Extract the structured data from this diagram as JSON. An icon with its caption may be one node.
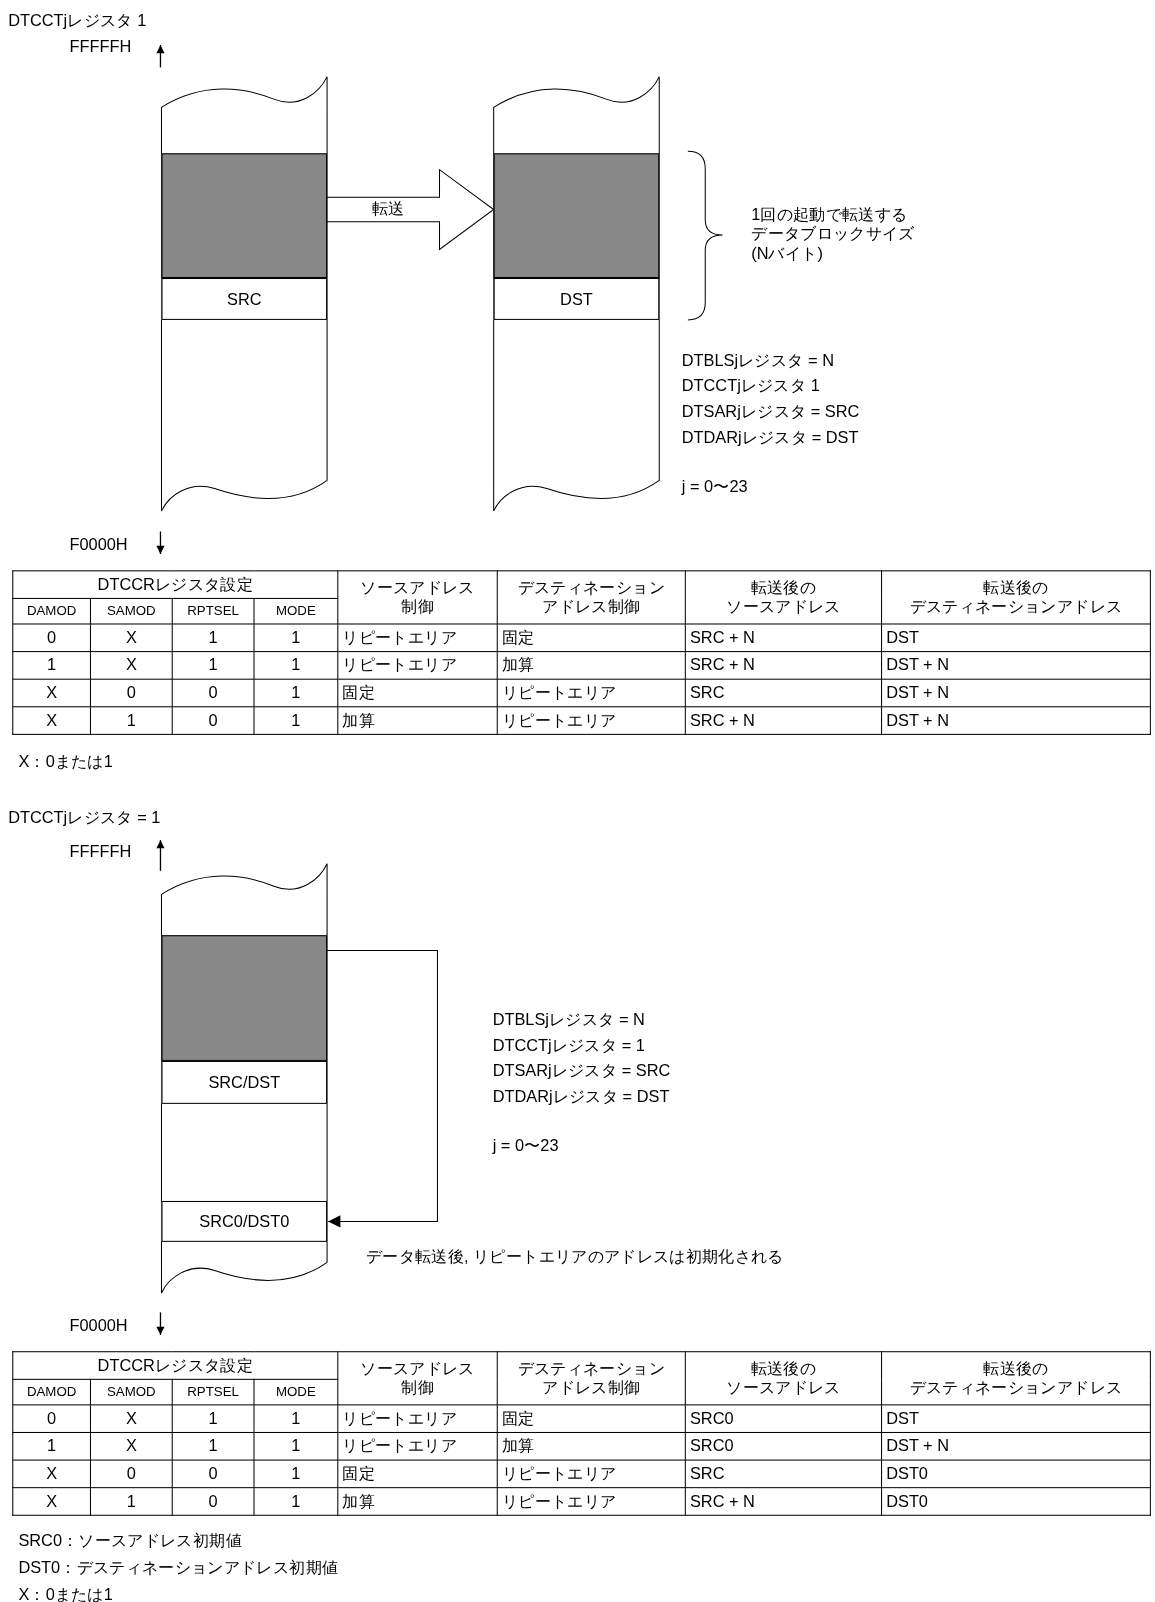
{
  "diagram": {
    "nodes": [
      {
        "text": [],
        "shape": "box"
      },
      {
        "text": [
          "SRC"
        ]
      },
      {
        "text": [],
        "shape": "box"
      },
      {
        "text": [
          "DST"
        ]
      },
      {
        "text": [],
        "shape": "box"
      },
      {
        "text": [
          "SRC/DST"
        ]
      },
      {
        "text": [
          "SRC0/DST0"
        ]
      }
    ],
    "edges": [
      {
        "from": 0,
        "to": 2,
        "arrow": "to",
        "label": "転送"
      },
      {
        "from": 4,
        "to": 6,
        "arrow": "to"
      }
    ],
    "labels": [
      "DTCCTjレジスタ 1",
      "FFFFFH",
      "1回の起動で転送するデータブロックサイズ(Nバイト)",
      "DTBLSjレジスタ = N",
      "DTCCTjレジスタ 1",
      "DTSARjレジスタ = SRC",
      "DTDARjレジスタ = DST",
      "j = 0〜23",
      "F0000H",
      "DTCCRレジスタ設定",
      "ソースアドレス制御",
      "デスティネーションアドレス制御",
      "転送後のソースアドレス",
      "転送後のデスティネーションアドレス",
      "DAMOD",
      "SAMOD",
      "RPTSEL",
      "MODE",
      "0",
      "X",
      "1",
      "1",
      "リピートエリア",
      "固定",
      "SRC + N",
      "DST",
      "1",
      "X",
      "1",
      "1",
      "リピートエリア",
      "加算",
      "SRC + N",
      "DST + N",
      "X",
      "0",
      "0",
      "1",
      "固定",
      "リピートエリア",
      "SRC",
      "DST + N",
      "X",
      "1",
      "0",
      "1",
      "加算",
      "リピートエリア",
      "SRC + N",
      "DST + N",
      "X：0または1",
      "DTCCTjレジスタ = 1",
      "FFFFFH",
      "DTBLSjレジスタ = N",
      "DTCCTjレジスタ = 1",
      "DTSARjレジスタ = SRC",
      "DTDARjレジスタ = DST",
      "j = 0〜23",
      "データ転送後, リピートエリアのアドレスは初期化される",
      "F0000H",
      "DTCCRレジスタ設定",
      "ソースアドレス制御",
      "デスティネーションアドレス制御",
      "転送後のソースアドレス",
      "転送後のデスティネーションアドレス",
      "DAMOD",
      "SAMOD",
      "RPTSEL",
      "MODE",
      "0",
      "X",
      "1",
      "1",
      "リピートエリア",
      "固定",
      "SRC0",
      "DST",
      "1",
      "X",
      "1",
      "1",
      "リピートエリア",
      "加算",
      "SRC0",
      "DST + N",
      "X",
      "0",
      "0",
      "1",
      "固定",
      "リピートエリア",
      "SRC",
      "DST0",
      "X",
      "1",
      "0",
      "1",
      "加算",
      "リピートエリア",
      "SRC + N",
      "DST0",
      "SRC0：ソースアドレス初期値",
      "DST0：デスティネーションアドレス初期値",
      "X：0または1"
    ]
  }
}
